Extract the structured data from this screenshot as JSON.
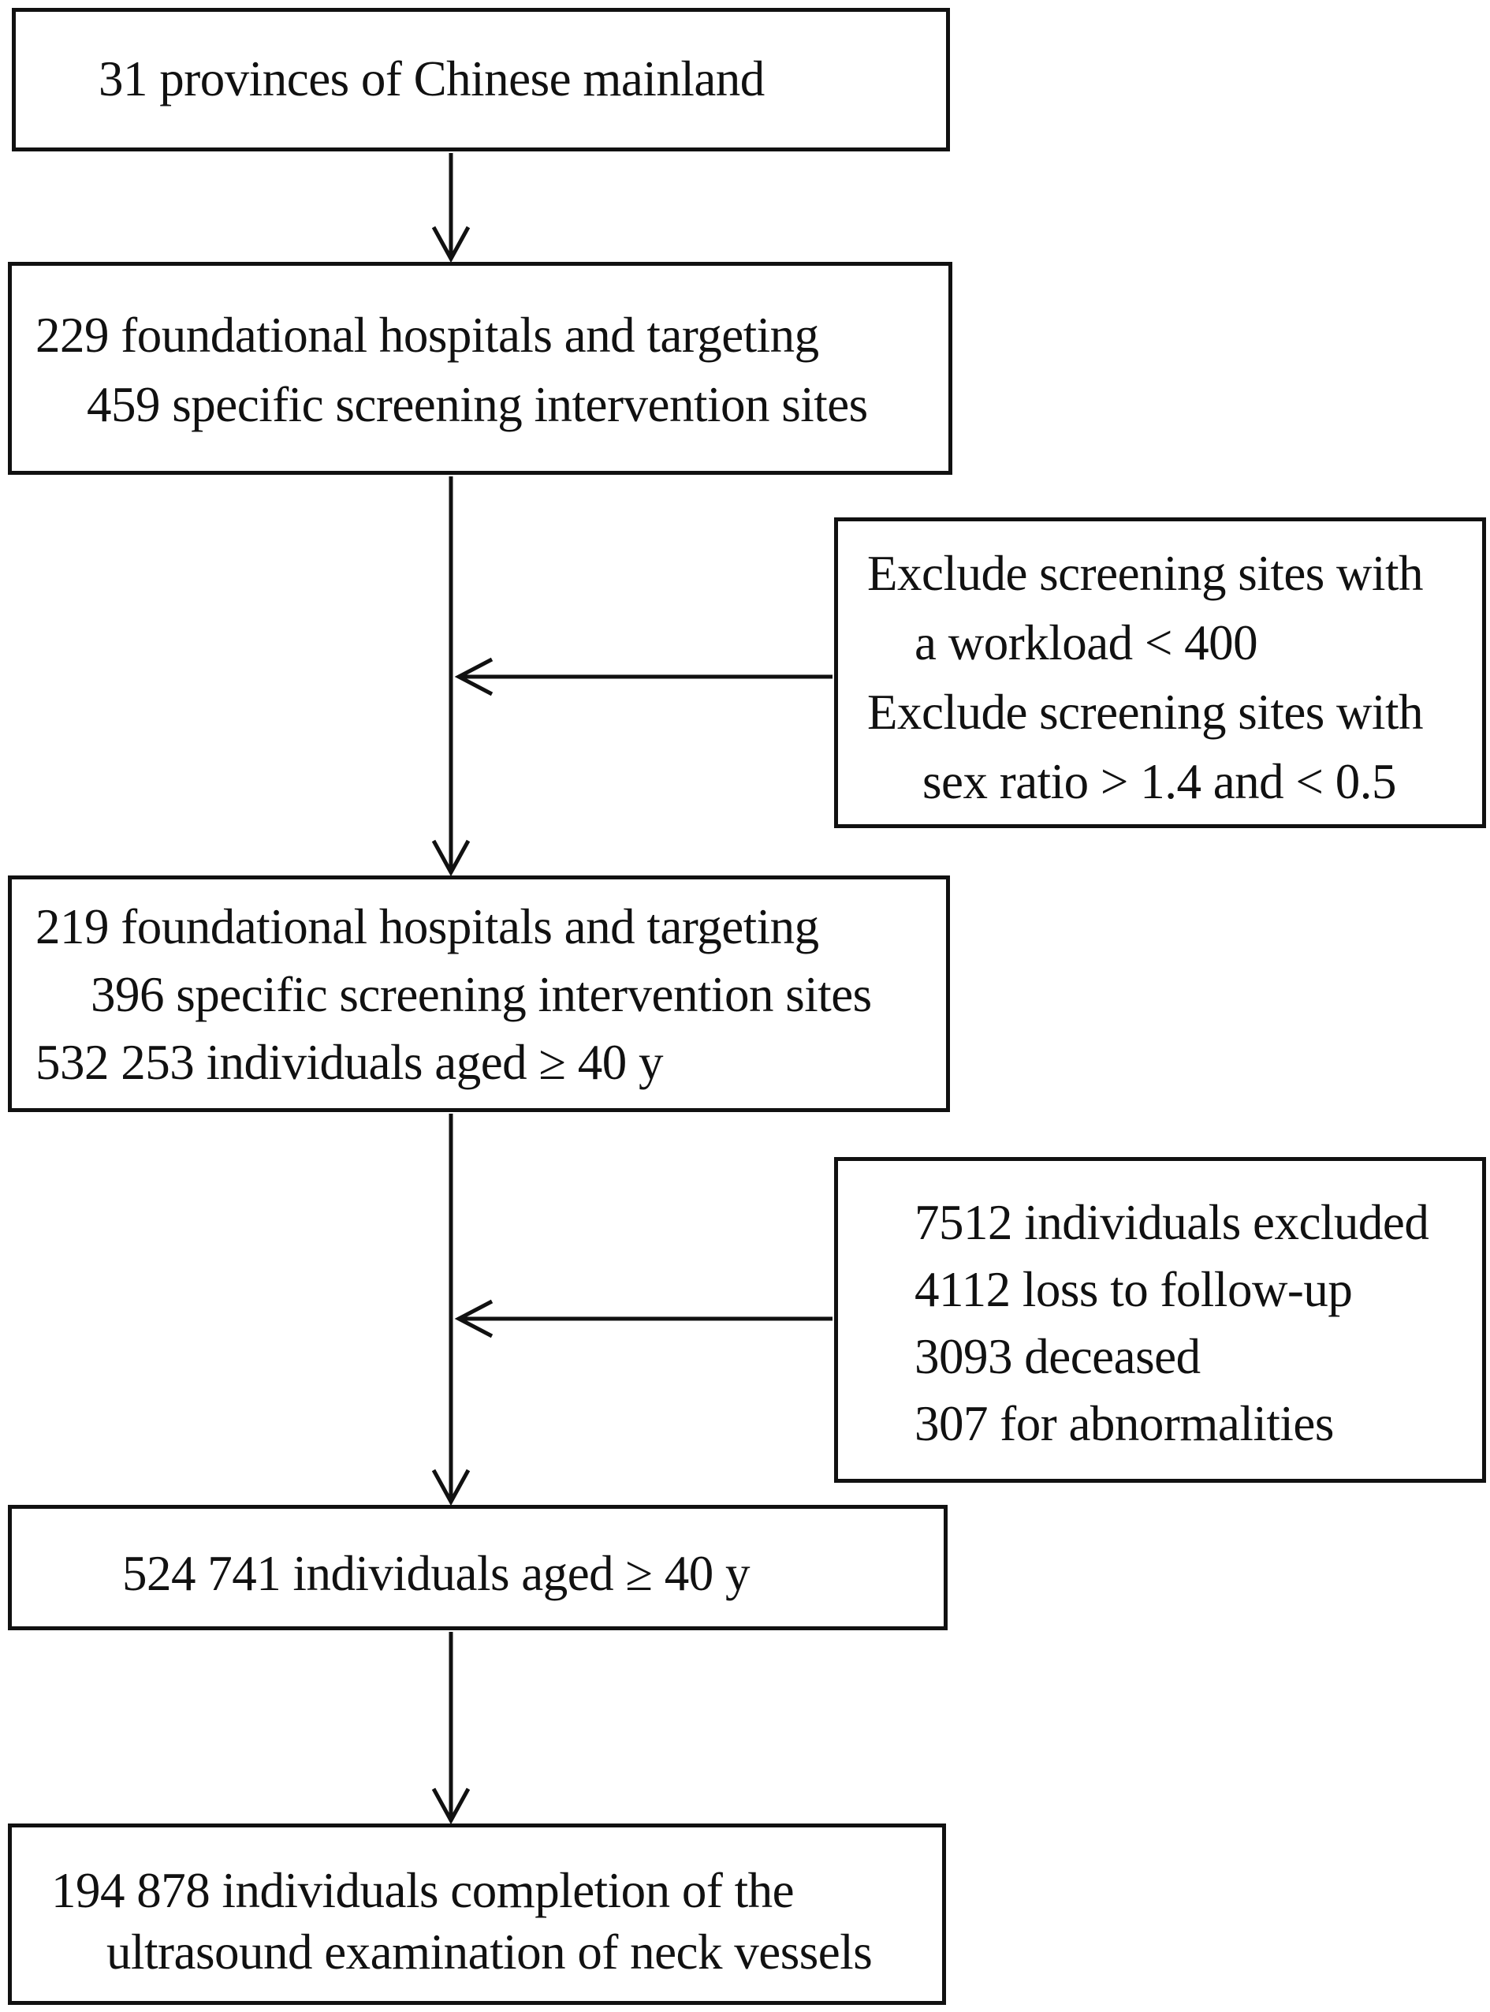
{
  "diagram": {
    "type": "study-flowchart",
    "boxes": {
      "provinces": {
        "lines": [
          "31 provinces of Chinese mainland"
        ]
      },
      "hospitals_229": {
        "lines": [
          "229 foundational hospitals and targeting",
          "459 specific screening intervention sites"
        ]
      },
      "exclude_sites": {
        "lines": [
          "Exclude screening sites with",
          "a workload < 400",
          "Exclude screening sites with",
          "sex ratio > 1.4 and < 0.5"
        ]
      },
      "hospitals_219": {
        "lines": [
          "219 foundational hospitals and targeting",
          "396 specific screening intervention sites",
          "532 253 individuals aged ≥ 40 y"
        ]
      },
      "exclude_individuals": {
        "lines": [
          "7512 individuals excluded",
          "4112 loss to follow-up",
          "3093 deceased",
          "307 for abnormalities"
        ]
      },
      "individuals_524741": {
        "lines": [
          "524 741 individuals aged ≥ 40 y"
        ]
      },
      "ultrasound": {
        "lines": [
          "194 878 individuals completion of the",
          "ultrasound examination of neck vessels"
        ]
      }
    },
    "colors": {
      "line": "#111111",
      "background": "#ffffff",
      "text": "#111111"
    }
  }
}
